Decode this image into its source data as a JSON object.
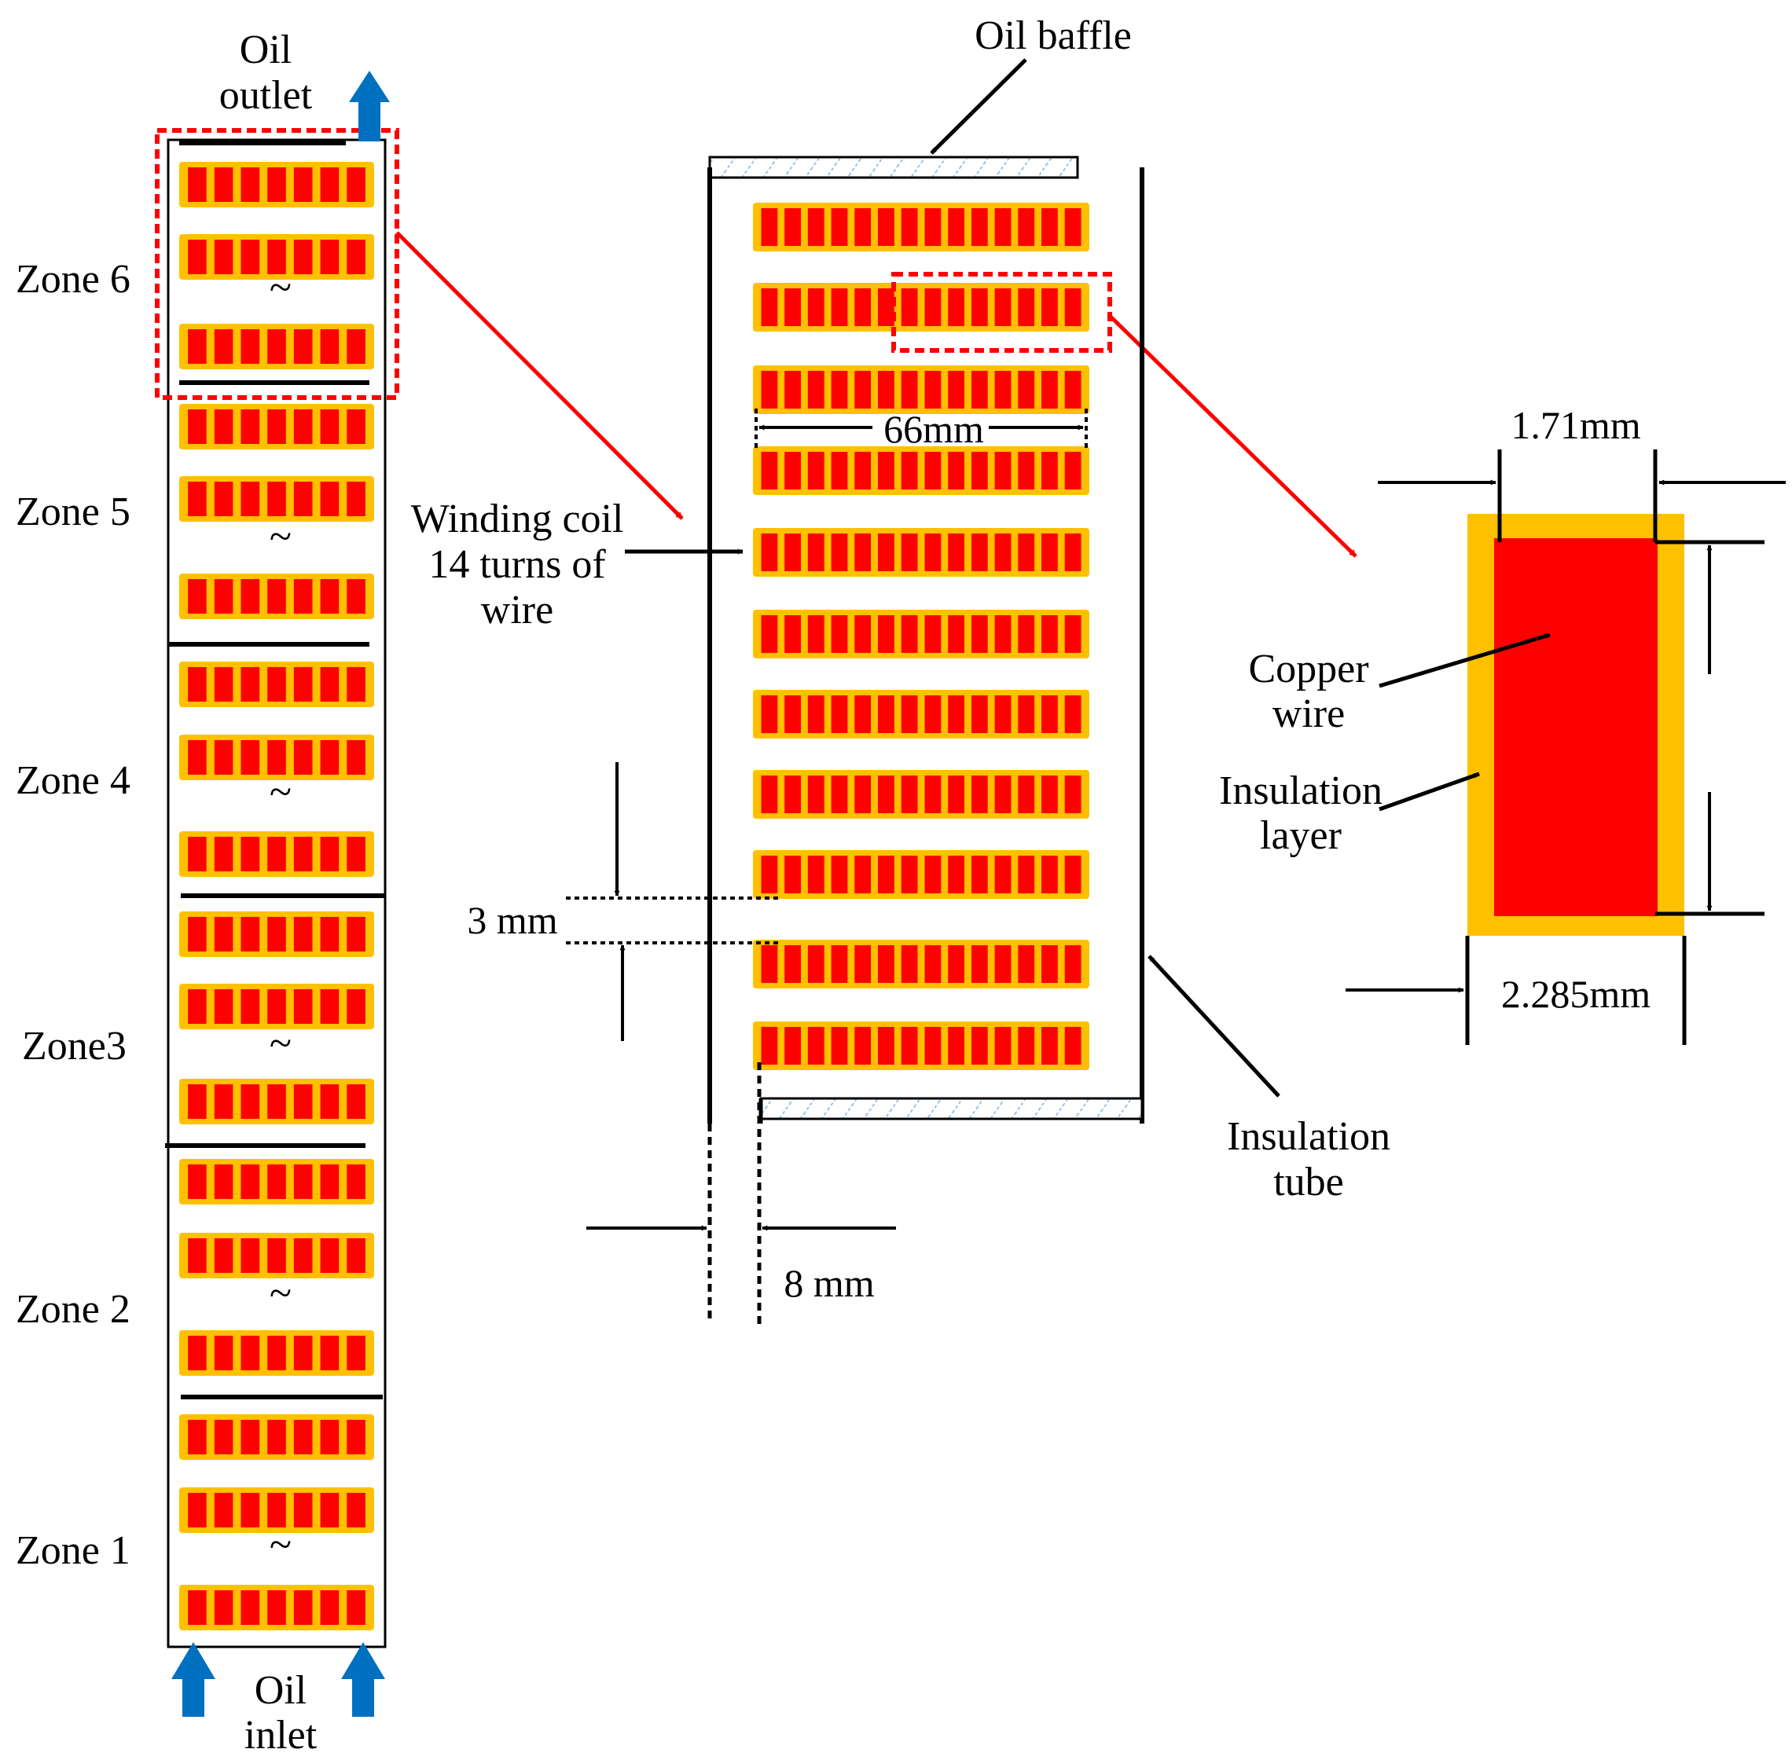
{
  "colors": {
    "copper": "#ff0000",
    "insulation": "#ffc000",
    "oil_arrow": "#0070c0",
    "callout": "#ff0000",
    "line": "#000000",
    "baffle_hatch": "#9dc3e6"
  },
  "left_panel": {
    "top_label": [
      "Oil",
      "outlet"
    ],
    "bottom_label": [
      "Oil",
      "inlet"
    ],
    "zone_labels": [
      "Zone 6",
      "Zone 5",
      "Zone 4",
      "Zone3",
      "Zone 2",
      "Zone 1"
    ],
    "tilde": "~",
    "cells_per_disc": 7,
    "discs_per_zone": 3
  },
  "middle_panel": {
    "oil_baffle_label": "Oil baffle",
    "winding_label": [
      "Winding coil",
      "14 turns of",
      "wire"
    ],
    "dim_width": "66mm",
    "dim_gap": "3 mm",
    "dim_duct": "8 mm",
    "tube_label": [
      "Insulation",
      "tube"
    ],
    "turns_per_disc": 14,
    "disc_count": 11
  },
  "right_panel": {
    "dim_top": "1.71mm",
    "dim_bottom": "2.285mm",
    "copper_label": [
      "Copper",
      "wire"
    ],
    "insulation_label": [
      "Insulation",
      "layer"
    ]
  }
}
